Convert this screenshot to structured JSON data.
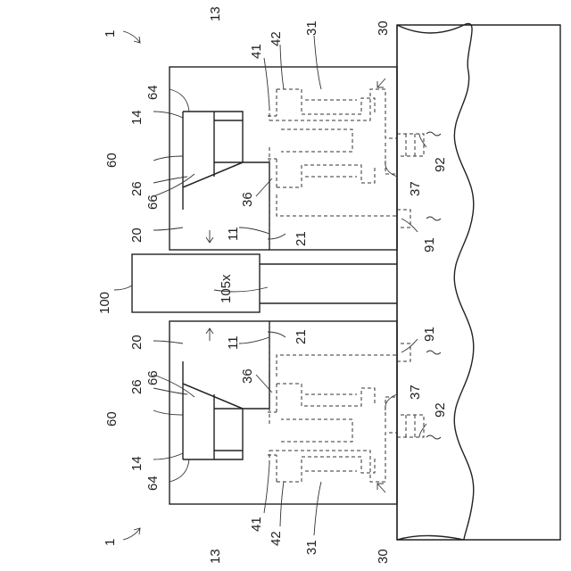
{
  "labels": {
    "r1": "1",
    "r13": "13",
    "r14": "14",
    "r64": "64",
    "r60": "60",
    "r26": "26",
    "r66": "66",
    "r20": "20",
    "r11": "11",
    "r21": "21",
    "r36": "36",
    "r41": "41",
    "r42": "42",
    "r31": "31",
    "r30": "30",
    "r37": "37",
    "r92": "92",
    "r91": "91",
    "r100": "100",
    "r105x": "105x"
  }
}
